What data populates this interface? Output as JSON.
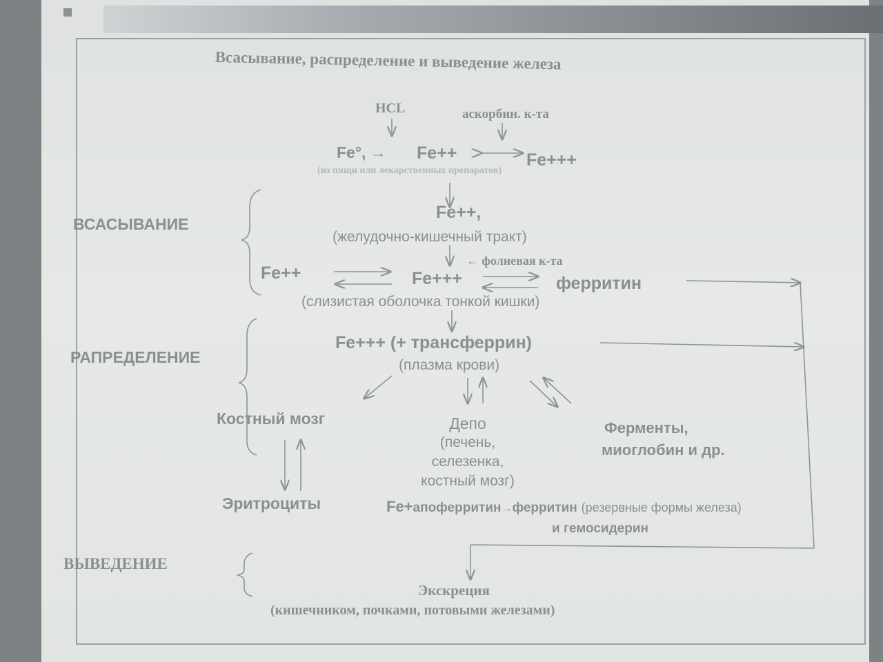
{
  "title": "Всасывание, распределение и выведение железа",
  "top": {
    "hcl": "HCL",
    "ascorbic": "аскорбин. к-та",
    "fe0": "Fe°, →",
    "fe2": "Fe++",
    "fe3": "Fe+++",
    "source": "(из пищи или лекарственных препаратов)"
  },
  "sections": {
    "absorption": "ВСАСЫВАНИЕ",
    "distribution": "РАПРЕДЕЛЕНИЕ",
    "excretion_label": "ВЫВЕДЕНИЕ"
  },
  "absorption": {
    "fe2": "Fe++,",
    "gi": "(желудочно-кишечный тракт)",
    "folic": "← фолиевая к-та",
    "fe2_left": "Fe++",
    "fe3_mid": "Fe+++",
    "ferritin": "ферритин",
    "mucosa": "(слизистая оболочка тонкой кишки)"
  },
  "distribution": {
    "transferrin": "Fe+++ (+ трансферрин)",
    "plasma": "(плазма крови)",
    "bone_marrow": "Костный мозг",
    "depot_lines": [
      "Депо",
      "(печень,",
      "селезенка,",
      "костный мозг)"
    ],
    "enzymes_lines": [
      "Ферменты,",
      "миоглобин и др."
    ],
    "erythrocytes": "Эритроциты",
    "fe_plus": "Fe+",
    "apoferritin": "апоферритин",
    "arrow": "→",
    "ferritin2": "ферритин",
    "reserve": "(резервные формы железа)",
    "hemosiderin": "и гемосидерин"
  },
  "excretion": {
    "label": "Экскреция",
    "routes": "(кишечником, почками, потовыми железами)"
  }
}
